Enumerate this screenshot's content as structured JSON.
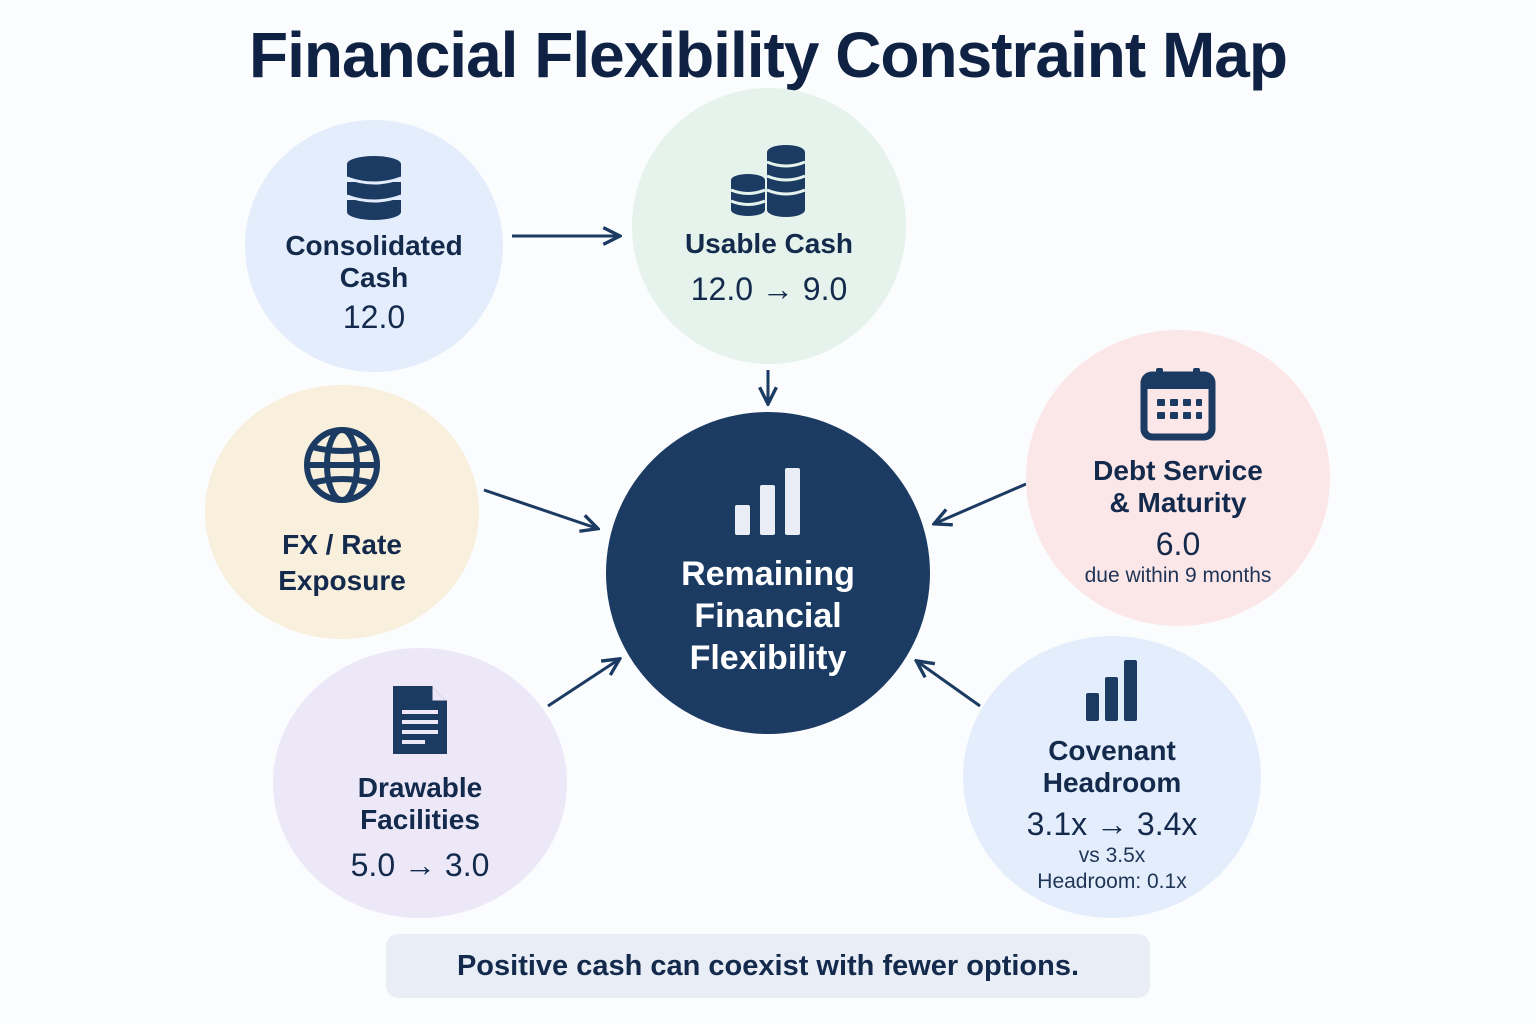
{
  "title": "Financial Flexibility Constraint Map",
  "nodes": {
    "consolidated_cash": {
      "label_1": "Consolidated",
      "label_2": "Cash",
      "value": "12.0",
      "icon": "coins-stack-icon"
    },
    "usable_cash": {
      "label": "Usable Cash",
      "value": "12.0 → 9.0",
      "icon": "coins-icon"
    },
    "fx_rate": {
      "label_1": "FX / Rate",
      "label_2": "Exposure",
      "icon": "globe-icon"
    },
    "debt_service": {
      "label_1": "Debt Service",
      "label_2": "& Maturity",
      "value": "6.0",
      "note": "due within 9 months",
      "icon": "calendar-icon"
    },
    "drawable_facilities": {
      "label_1": "Drawable",
      "label_2": "Facilities",
      "value": "5.0 → 3.0",
      "icon": "document-icon"
    },
    "covenant_headroom": {
      "label_1": "Covenant",
      "label_2": "Headroom",
      "value": "3.1x → 3.4x",
      "note_1": "vs 3.5x",
      "note_2": "Headroom: 0.1x",
      "icon": "bar-chart-icon"
    },
    "center": {
      "label_1": "Remaining",
      "label_2": "Financial",
      "label_3": "Flexibility",
      "icon": "bar-chart-icon"
    }
  },
  "footer": "Positive cash can coexist with fewer options.",
  "colors": {
    "navy": "#1b3b63",
    "text": "#132a4c",
    "blue_node": "#e4edfb",
    "green_node": "#e5f3ec",
    "yellow_node": "#f8efdc",
    "pink_node": "#fbe6e8",
    "purple_node": "#ece8f8"
  }
}
